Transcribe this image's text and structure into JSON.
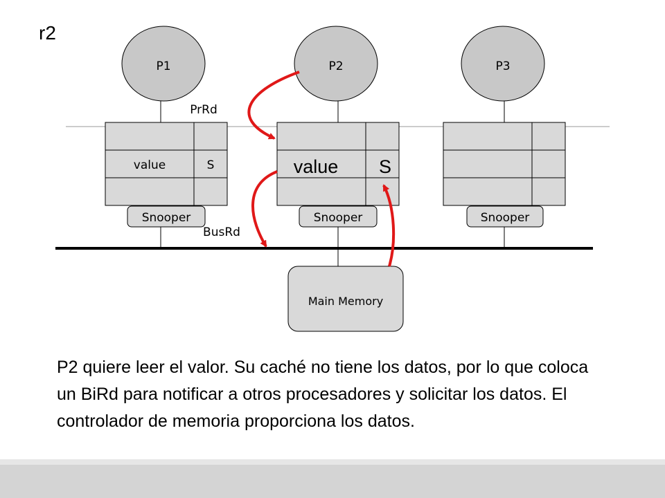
{
  "slide_label": "r2",
  "processors": [
    {
      "label": "P1",
      "cache": {
        "value": "value",
        "state": "S"
      },
      "snooper": "Snooper"
    },
    {
      "label": "P2",
      "cache": {
        "value": "value",
        "state": "S"
      },
      "snooper": "Snooper"
    },
    {
      "label": "P3",
      "cache": {
        "value": "",
        "state": ""
      },
      "snooper": "Snooper"
    }
  ],
  "annotations": {
    "prrd": "PrRd",
    "busrd": "BusRd"
  },
  "memory_label": "Main Memory",
  "caption": "P2 quiere leer el valor. Su caché no tiene los datos, por lo que coloca un BiRd para notificar a otros procesadores y solicitar los datos. El controlador de memoria proporciona los datos.",
  "colors": {
    "node_fill": "#c8c8c8",
    "cache_fill": "#d9d9d9",
    "arrow": "#e01818",
    "bus": "#000000"
  }
}
